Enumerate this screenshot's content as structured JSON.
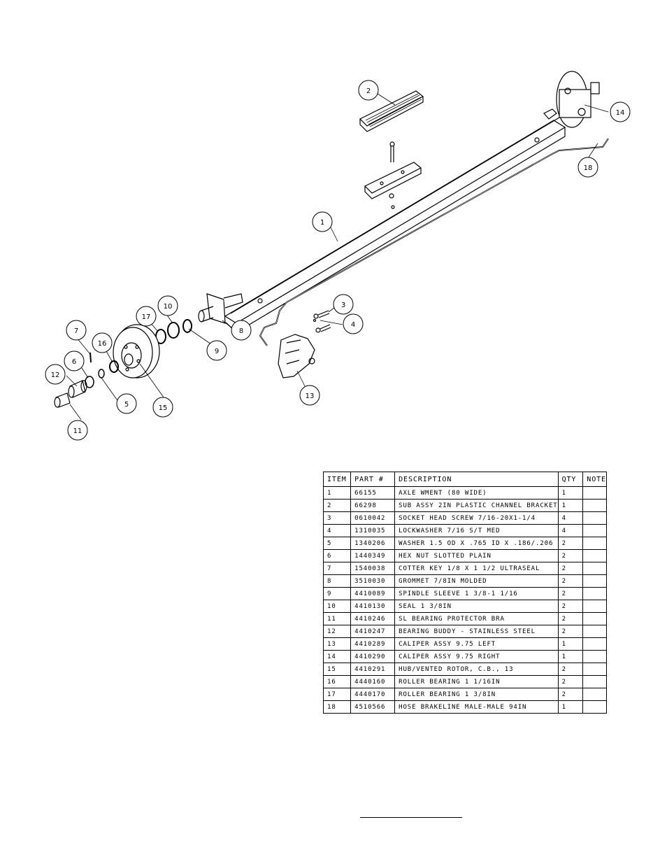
{
  "callouts": [
    {
      "id": "c1",
      "text": "1"
    },
    {
      "id": "c2",
      "text": "2"
    },
    {
      "id": "c3",
      "text": "3"
    },
    {
      "id": "c4",
      "text": "4"
    },
    {
      "id": "c5",
      "text": "5"
    },
    {
      "id": "c6",
      "text": "6"
    },
    {
      "id": "c7",
      "text": "7"
    },
    {
      "id": "c8",
      "text": "8"
    },
    {
      "id": "c9",
      "text": "9"
    },
    {
      "id": "c10",
      "text": "10"
    },
    {
      "id": "c11",
      "text": "11"
    },
    {
      "id": "c12",
      "text": "12"
    },
    {
      "id": "c13",
      "text": "13"
    },
    {
      "id": "c14",
      "text": "14"
    },
    {
      "id": "c15",
      "text": "15"
    },
    {
      "id": "c16",
      "text": "16"
    },
    {
      "id": "c17",
      "text": "17"
    },
    {
      "id": "c18",
      "text": "18"
    }
  ],
  "table": {
    "headers": [
      "ITEM",
      "PART #",
      "DESCRIPTION",
      "QTY",
      "NOTE"
    ],
    "rows": [
      [
        "1",
        "66155",
        "AXLE WMENT (80 WIDE)",
        "1",
        ""
      ],
      [
        "2",
        "66298",
        "SUB ASSY 2IN PLASTIC CHANNEL BRACKET",
        "1",
        ""
      ],
      [
        "3",
        "0610042",
        "SOCKET HEAD SCREW 7/16-20X1-1/4",
        "4",
        ""
      ],
      [
        "4",
        "1310035",
        "LOCKWASHER 7/16 S/T MED",
        "4",
        ""
      ],
      [
        "5",
        "1340206",
        "WASHER 1.5 OD X .765 ID X .186/.206",
        "2",
        ""
      ],
      [
        "6",
        "1440349",
        "HEX NUT SLOTTED PLAIN",
        "2",
        ""
      ],
      [
        "7",
        "1540038",
        "COTTER KEY 1/8 X 1 1/2 ULTRASEAL",
        "2",
        ""
      ],
      [
        "8",
        "3510030",
        "GROMMET  7/8IN MOLDED",
        "2",
        ""
      ],
      [
        "9",
        "4410089",
        "SPINDLE SLEEVE  1 3/8-1 1/16",
        "2",
        ""
      ],
      [
        "10",
        "4410130",
        "SEAL  1 3/8IN",
        "2",
        ""
      ],
      [
        "11",
        "4410246",
        "SL BEARING PROTECTOR BRA",
        "2",
        ""
      ],
      [
        "12",
        "4410247",
        "BEARING BUDDY - STAINLESS STEEL",
        "2",
        ""
      ],
      [
        "13",
        "4410289",
        "CALIPER ASSY 9.75 LEFT",
        "1",
        ""
      ],
      [
        "14",
        "4410290",
        "CALIPER ASSY 9.75 RIGHT",
        "1",
        ""
      ],
      [
        "15",
        "4410291",
        "HUB/VENTED ROTOR, C.B.,  13",
        "2",
        ""
      ],
      [
        "16",
        "4440160",
        "ROLLER BEARING   1 1/16IN",
        "2",
        ""
      ],
      [
        "17",
        "4440170",
        "ROLLER BEARING   1 3/8IN",
        "2",
        ""
      ],
      [
        "18",
        "4510566",
        "HOSE BRAKELINE MALE-MALE 94IN",
        "1",
        ""
      ]
    ]
  }
}
